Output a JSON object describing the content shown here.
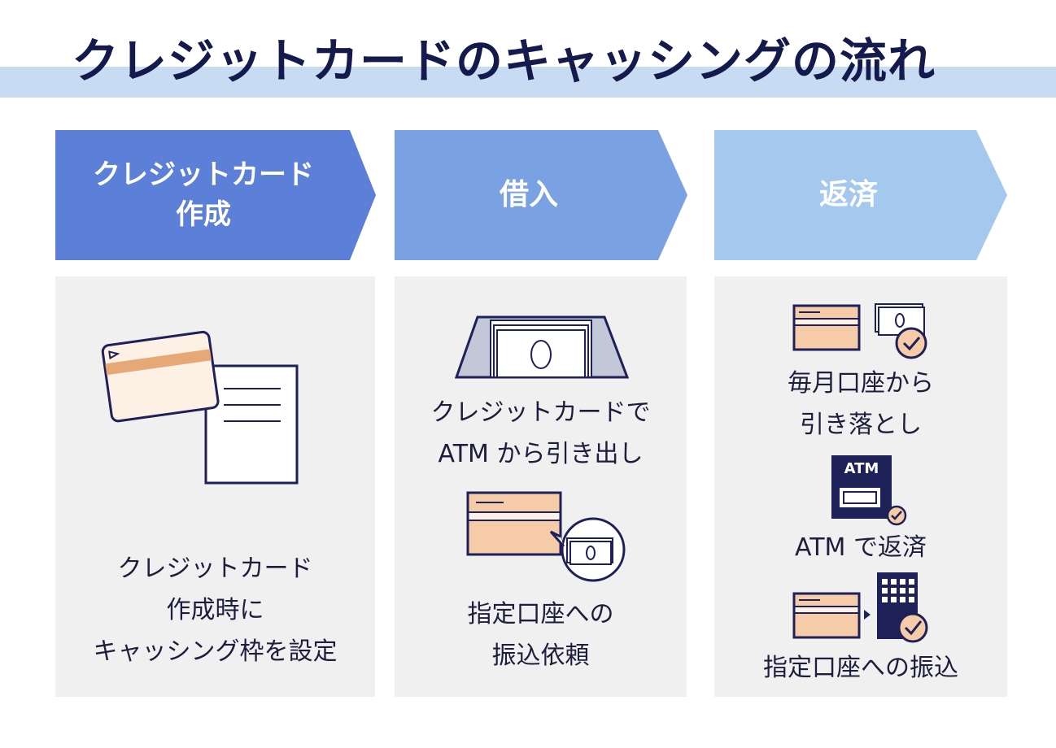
{
  "title": "クレジットカードのキャッシングの流れ",
  "steps": [
    {
      "label_line1": "クレジットカード",
      "label_line2": "作成"
    },
    {
      "label": "借入"
    },
    {
      "label": "返済"
    }
  ],
  "panels": {
    "card_creation": {
      "caption_line1": "クレジットカード",
      "caption_line2": "作成時に",
      "caption_line3": "キャッシング枠を設定"
    },
    "borrowing": {
      "atm_caption_line1": "クレジットカードで",
      "atm_caption_line2": "ATM から引き出し",
      "transfer_caption_line1": "指定口座への",
      "transfer_caption_line2": "振込依頼"
    },
    "repayment": {
      "debit_caption_line1": "毎月口座から",
      "debit_caption_line2": "引き落とし",
      "atm_sign": "ATM",
      "atm_caption": "ATM で返済",
      "transfer_caption": "指定口座への振込"
    }
  },
  "colors": {
    "navy": "#1e2157",
    "step1": "#5c7fd8",
    "step2": "#7aa1e1",
    "step3": "#a5c8ef",
    "card_fill": "#f5cba8",
    "card_light": "#fdf0e4",
    "card_stripe": "#e7a878",
    "panel_bg": "#f0f0f1",
    "title_band": "#c7dcf3"
  }
}
